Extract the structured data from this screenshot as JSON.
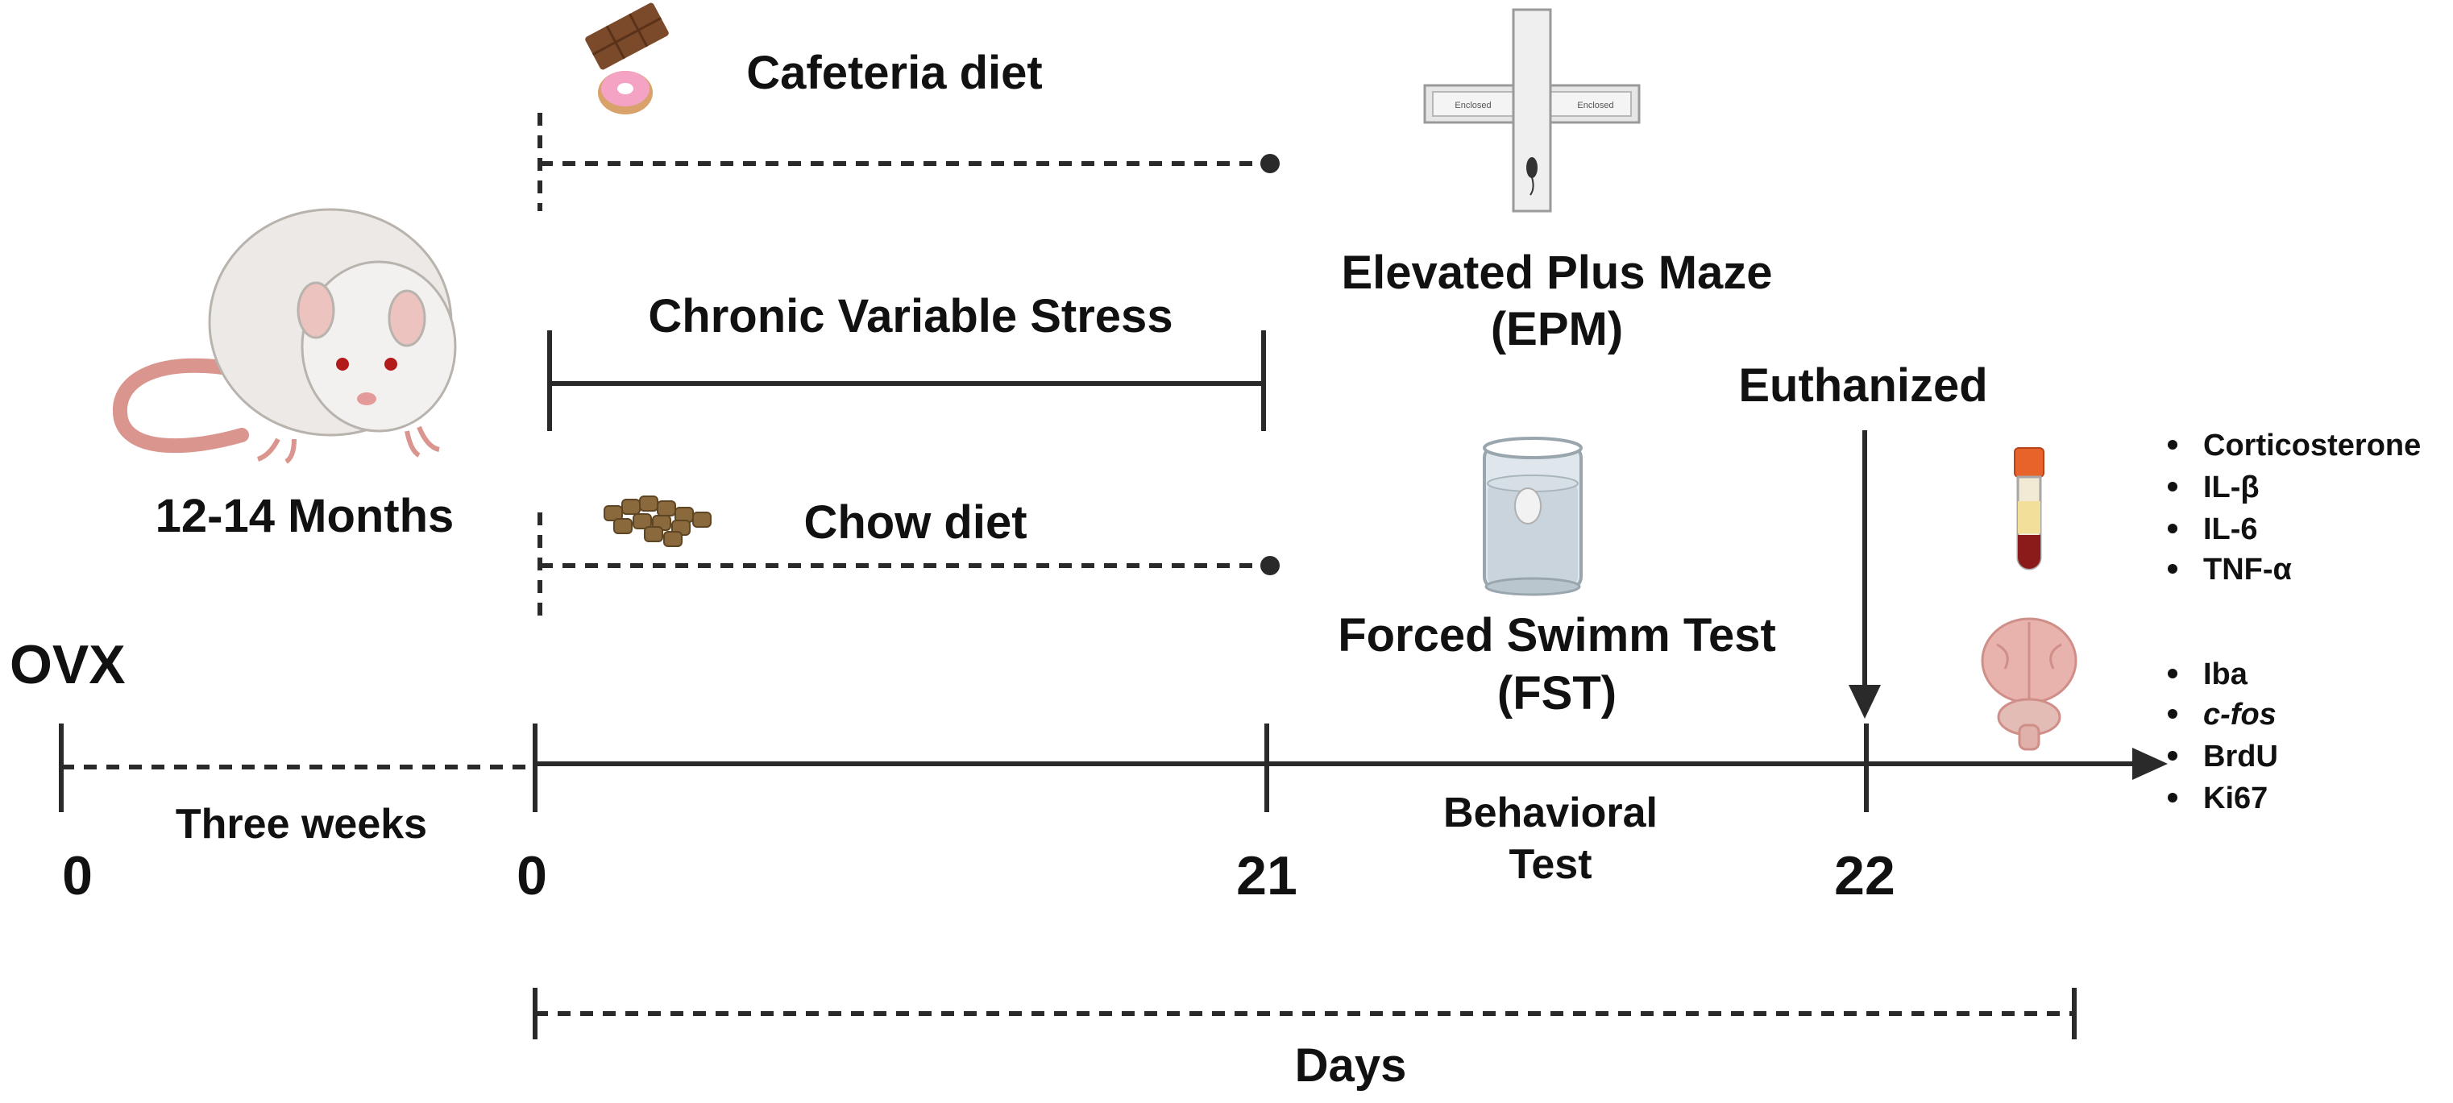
{
  "labels": {
    "cafeteria": "Cafeteria diet",
    "stress": "Chronic Variable Stress",
    "chow": "Chow diet",
    "age": "12-14 Months",
    "ovx": "OVX",
    "three_weeks": "Three weeks",
    "epm_line1": "Elevated Plus Maze",
    "epm_line2": "(EPM)",
    "fst_line1": "Forced Swimm Test",
    "fst_line2": "(FST)",
    "euthanized": "Euthanized",
    "behavioral_line1": "Behavioral",
    "behavioral_line2": "Test",
    "days": "Days",
    "maze_arm_left": "Enclosed",
    "maze_arm_right": "Enclosed"
  },
  "ticks": [
    "0",
    "0",
    "21",
    "22"
  ],
  "blood_markers": [
    "Corticosterone",
    "IL-β",
    "IL-6",
    "TNF-α"
  ],
  "brain_markers": [
    "Iba",
    "c-fos",
    "BrdU",
    "Ki67"
  ],
  "icons": {
    "rat": "rat-icon",
    "chocolate": "chocolate-bar-icon",
    "donut": "donut-icon",
    "chow": "chow-pellets-icon",
    "maze": "elevated-plus-maze-icon",
    "beaker": "swim-tank-icon",
    "tube": "blood-tube-icon",
    "brain": "brain-icon"
  },
  "colors": {
    "line": "#2a2a2a",
    "rat_body": "#ece9e6",
    "rat_tail": "#d9958e",
    "chocolate": "#7b4a2a",
    "donut_icing": "#f4a3c4",
    "brain": "#e9b3ad",
    "tube_cap": "#e8632a",
    "blood": "#8b1a1a"
  }
}
